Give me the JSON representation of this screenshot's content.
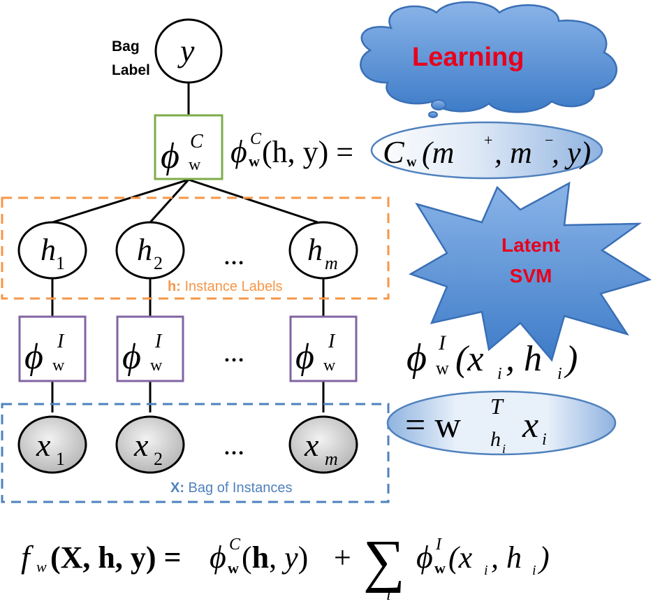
{
  "diagram": {
    "bag_label_line1": "Bag",
    "bag_label_line2": "Label",
    "y_var": "y",
    "cloud_text": "Learning",
    "star_line1": "Latent",
    "star_line2": "SVM",
    "phi": "ϕ",
    "w_sub": "w",
    "sup_C": "C",
    "sup_I": "I",
    "h_var": "h",
    "x_var": "x",
    "ellipsis": "…",
    "index_1": "1",
    "index_2": "2",
    "index_m": "m",
    "instance_labels_key": "h:",
    "instance_labels_text": " Instance Labels",
    "bag_instances_key": "X:",
    "bag_instances_text": " Bag of Instances",
    "eq_C_args": "(h, y) =",
    "eq_C_rhs_C": "C",
    "eq_C_rhs_sub": "w",
    "eq_C_rhs_args": "(m",
    "eq_C_rhs_plus": "+",
    "eq_C_rhs_mid": ", m",
    "eq_C_rhs_minus": "−",
    "eq_C_rhs_end": ", y)",
    "eq_I_lhs_open": "(x",
    "eq_I_lhs_i": "i",
    "eq_I_lhs_mid": ", h",
    "eq_I_lhs_close": ")",
    "eq_I_rhs_eq": "= w",
    "eq_I_rhs_T": "T",
    "eq_I_rhs_sub": "h",
    "eq_I_rhs_x": "x",
    "bottom_f": "f",
    "bottom_w": "w",
    "bottom_args": "(X, h, y) =",
    "bottom_plus": "+",
    "bottom_sum": "∑",
    "bottom_sum_index": "i"
  },
  "colors": {
    "green_box": "#7eac4a",
    "purple_box": "#8064a2",
    "orange_dash": "#f79646",
    "blue_dash": "#4f81bd",
    "cloud_fill": "#5b93d5",
    "star_fill": "#5b93d5",
    "red_text": "#e8001c",
    "node_fill_gray": "#cfcfcf"
  }
}
